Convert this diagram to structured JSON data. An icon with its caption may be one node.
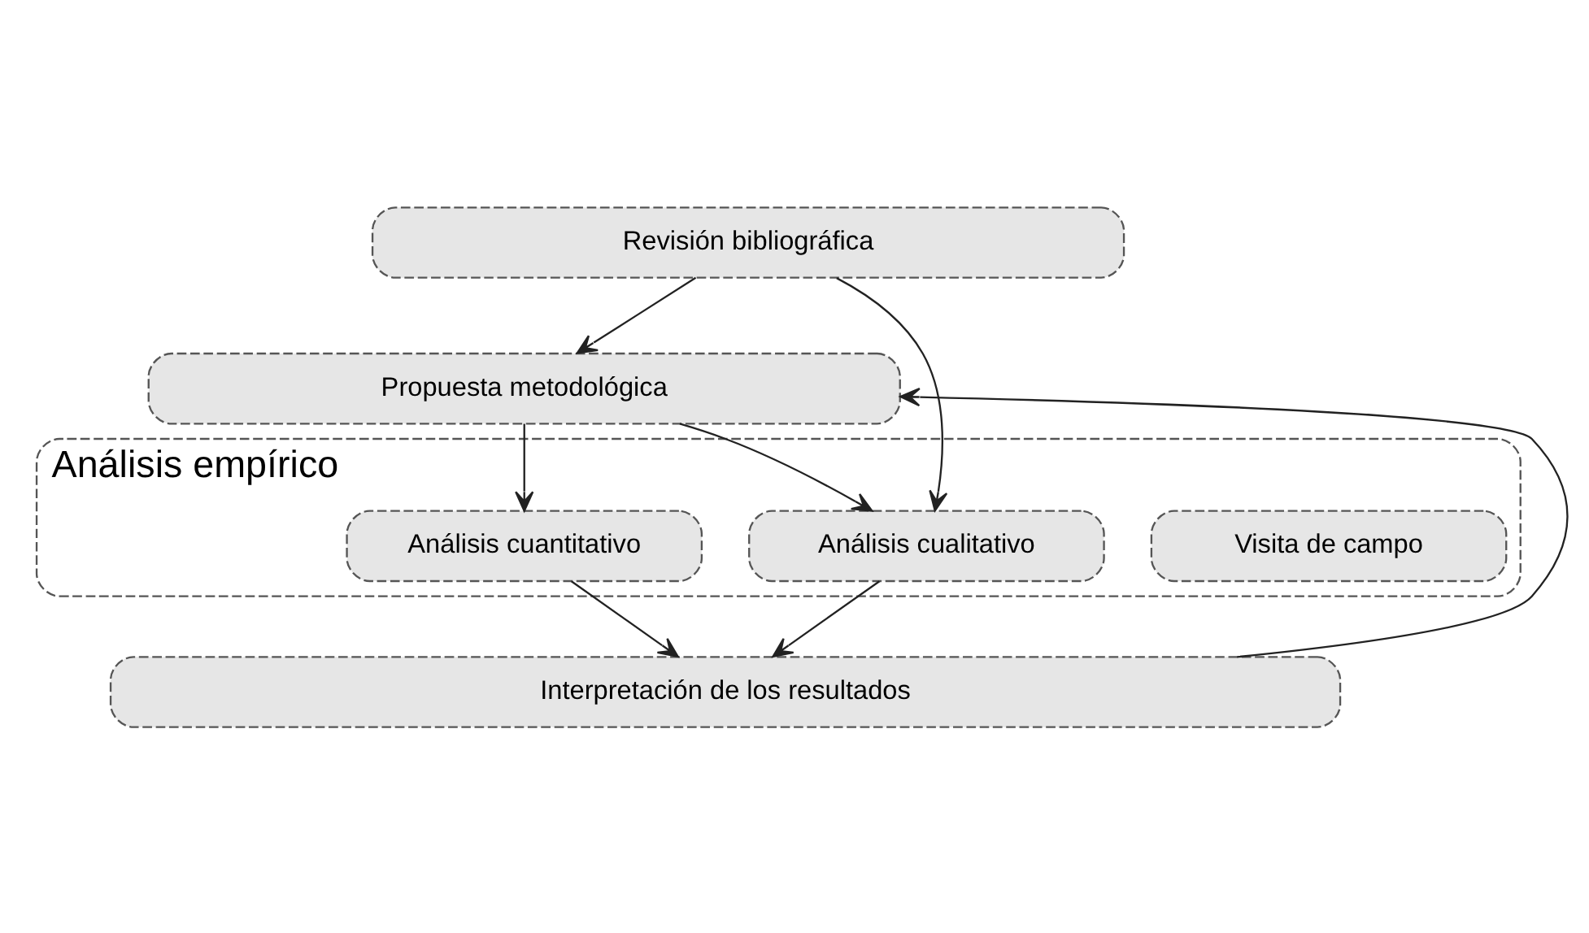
{
  "diagram": {
    "nodes": [
      {
        "text": [
          "Revisión bibliográfica"
        ]
      },
      {
        "text": [
          "Propuesta metodológica"
        ]
      },
      {
        "text": [
          "Análisis empírico"
        ]
      },
      {
        "text": [
          "Análisis cuantitativo"
        ],
        "in": 2
      },
      {
        "text": [
          "Análisis cualitativo"
        ],
        "in": 2
      },
      {
        "text": [
          "Visita de campo"
        ],
        "in": 2
      },
      {
        "text": [
          "Interpretación de los resultados"
        ]
      }
    ],
    "edges": [
      {
        "from": 0,
        "to": 1,
        "arrow": "to"
      },
      {
        "from": 0,
        "to": 4,
        "arrow": "to"
      },
      {
        "from": 1,
        "to": 3,
        "arrow": "to"
      },
      {
        "from": 1,
        "to": 4,
        "arrow": "to"
      },
      {
        "from": 3,
        "to": 6,
        "arrow": "to"
      },
      {
        "from": 4,
        "to": 6,
        "arrow": "to"
      },
      {
        "from": 6,
        "to": 1,
        "arrow": "to"
      }
    ]
  }
}
